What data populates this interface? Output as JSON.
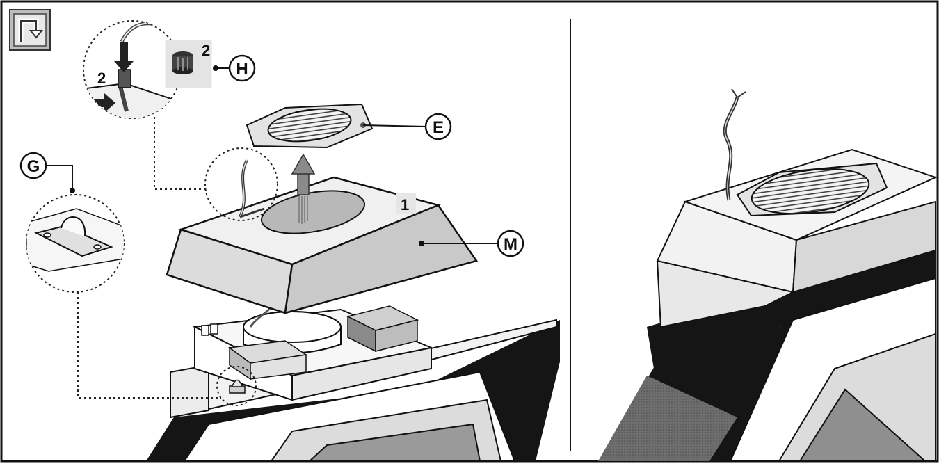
{
  "callouts": {
    "H": "H",
    "E": "E",
    "G": "G",
    "M": "M"
  },
  "steps": {
    "main_step": "1",
    "detail_step": "2",
    "part_qty": "2"
  },
  "icons": {
    "corner": "rotate-arrow-icon",
    "part_h": "cable-grommet-icon",
    "clip_g": "cable-clip-icon",
    "arrow_up": "upward-arrow-icon",
    "push_arrow": "push-arrow-icon"
  },
  "colors": {
    "line": "#111111",
    "panel_bg": "#ffffff",
    "light_gray": "#efefef",
    "mid_gray": "#cfcfcf",
    "dark_gray": "#8a8a8a",
    "black_band": "#151515"
  }
}
